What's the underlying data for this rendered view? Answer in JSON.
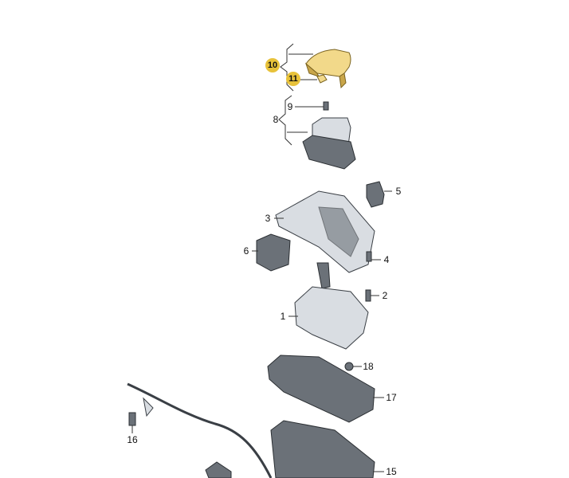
{
  "diagram": {
    "highlight_color": "#e8c23a",
    "part_color": "#f2d98a",
    "callouts": [
      {
        "id": "c10",
        "label": "10",
        "highlighted": true
      },
      {
        "id": "c11",
        "label": "11",
        "highlighted": true
      },
      {
        "id": "c9",
        "label": "9",
        "highlighted": false
      },
      {
        "id": "c8",
        "label": "8",
        "highlighted": false
      },
      {
        "id": "c5",
        "label": "5",
        "highlighted": false
      },
      {
        "id": "c3",
        "label": "3",
        "highlighted": false
      },
      {
        "id": "c6",
        "label": "6",
        "highlighted": false
      },
      {
        "id": "c4",
        "label": "4",
        "highlighted": false
      },
      {
        "id": "c2",
        "label": "2",
        "highlighted": false
      },
      {
        "id": "c1",
        "label": "1",
        "highlighted": false
      },
      {
        "id": "c18",
        "label": "18",
        "highlighted": false
      },
      {
        "id": "c17",
        "label": "17",
        "highlighted": false
      },
      {
        "id": "c16",
        "label": "16",
        "highlighted": false
      },
      {
        "id": "c15",
        "label": "15",
        "highlighted": false
      }
    ]
  }
}
